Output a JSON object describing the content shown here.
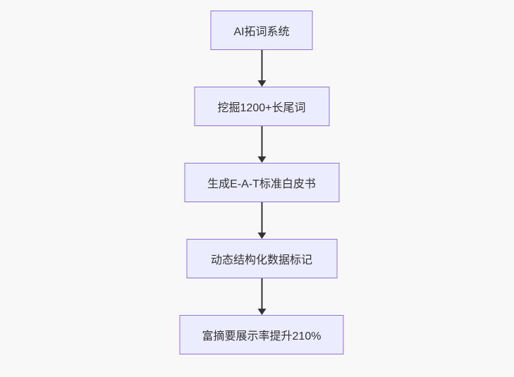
{
  "diagram": {
    "type": "flowchart",
    "direction": "top-down",
    "nodes": [
      {
        "id": "node-1",
        "label": "AI拓词系统"
      },
      {
        "id": "node-2",
        "label": "挖掘1200+长尾词"
      },
      {
        "id": "node-3",
        "label": "生成E-A-T标准白皮书"
      },
      {
        "id": "node-4",
        "label": "动态结构化数据标记"
      },
      {
        "id": "node-5",
        "label": "富摘要展示率提升210%"
      }
    ],
    "edges": [
      {
        "from": "node-1",
        "to": "node-2"
      },
      {
        "from": "node-2",
        "to": "node-3"
      },
      {
        "from": "node-3",
        "to": "node-4"
      },
      {
        "from": "node-4",
        "to": "node-5"
      }
    ],
    "colors": {
      "node_fill": "#ececff",
      "node_border": "#9370db",
      "arrow": "#333333",
      "text": "#333333",
      "background": "#f8f8f8"
    }
  }
}
